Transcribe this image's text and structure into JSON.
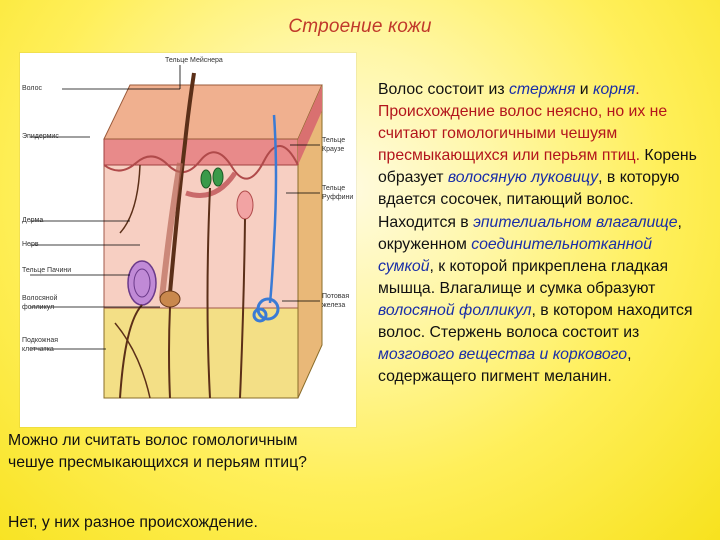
{
  "title": "Строение кожи",
  "figure": {
    "labels": {
      "meissner": "Тельце Мейснера",
      "hair": "Волос",
      "epidermis": "Эпидермис",
      "dermis": "Дерма",
      "nerve": "Нерв",
      "pacini": "Тельце Пачини",
      "follicle_1": "Волосяной",
      "follicle_2": "фолликул",
      "subcutis_1": "Подкожная",
      "subcutis_2": "клетчатка",
      "krause_1": "Тельце",
      "krause_2": "Краузе",
      "ruffini_1": "Тельце",
      "ruffini_2": "Руффини",
      "sweat_1": "Потовая",
      "sweat_2": "железа"
    }
  },
  "body_text": {
    "p1": "Волос состоит из ",
    "p2": "стержня",
    "p3": " и ",
    "p4": "корня",
    "p5": ". Происхождение волос неясно, но их не считают гомологичными чешуям пресмыкающихся или перьям птиц.",
    "p6": " Корень образует ",
    "p7": "волосяную луковицу",
    "p8": ", в которую вдается сосочек, питающий волос. Находится в ",
    "p9": "эпителиальном влагалище",
    "p10": ", окруженном ",
    "p11": "соединительнотканной сумкой",
    "p12": ", к которой прикреплена гладкая мышца. Влагалище и сумка образуют ",
    "p13": "волосяной фолликул",
    "p14": ", в котором находится волос. Стержень волоса состоит из ",
    "p15": "мозгового вещества и коркового",
    "p16": ", содержащего пигмент меланин."
  },
  "question": "Можно ли считать волос гомологичным чешуе пресмыкающихся и перьям птиц?",
  "answer": "Нет, у них разное происхождение.",
  "colors": {
    "title": "#c0392b",
    "highlight": "#1a2ea8",
    "red_text": "#b3151c",
    "background_edge": "#f7e21e"
  }
}
